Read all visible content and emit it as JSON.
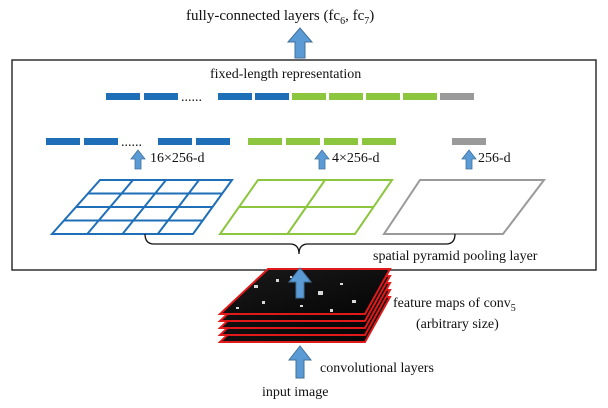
{
  "colors": {
    "blue": "#1f6fb8",
    "green": "#8cc63f",
    "gray": "#9a9a9a",
    "arrow": "#5b9bd5",
    "frame": "#222222",
    "map_edge": "#e0191b"
  },
  "labels": {
    "fc_title": "fully-connected layers (fc",
    "fc_sub6": "6",
    "fc_mid": ", fc",
    "fc_sub7": "7",
    "fc_close": ")",
    "fixed_length": "fixed-length representation",
    "dots_top": "......",
    "dots_mid": "......",
    "dim_16": "16×256-d",
    "dim_4": "4×256-d",
    "dim_1": "256-d",
    "spp_layer": "spatial pyramid pooling layer",
    "feature_maps": "feature maps of conv",
    "feature_sub": "5",
    "arbitrary_size": "(arbitrary size)",
    "conv_layers": "convolutional layers",
    "input_image": "input image"
  },
  "icons": {
    "arrow": "up-arrow-icon",
    "brace": "curly-brace-icon"
  }
}
